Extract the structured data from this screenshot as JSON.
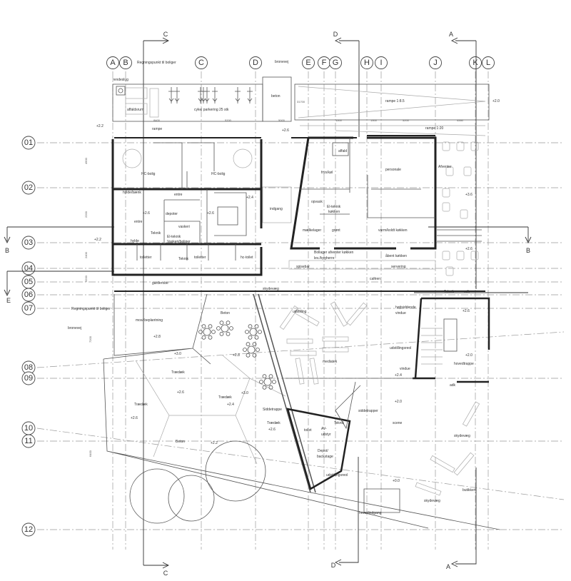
{
  "grid": {
    "columns": [
      "A",
      "B",
      "C",
      "D",
      "E",
      "F",
      "G",
      "H",
      "I",
      "J",
      "K",
      "L"
    ],
    "rows": [
      "01",
      "02",
      "03",
      "04",
      "05",
      "06",
      "07",
      "08",
      "09",
      "10",
      "11",
      "12"
    ]
  },
  "sections": {
    "top": [
      "C",
      "D",
      "A"
    ],
    "bottom": [
      "C",
      "D",
      "A"
    ],
    "side_left": "B",
    "side_right": "B",
    "side_e": "E"
  },
  "site": {
    "ref_point_top": "Regningspunkt til boliger",
    "road_top": "bronevej",
    "ref_point_left": "Regningspunkt til boliger",
    "road_left": "bronevej",
    "cleaning": "rendeslug",
    "waste_room": "affaldsrum",
    "bike_parking": "cykel parkering 25 stk",
    "concrete_top": "beton",
    "ramp": "rampe",
    "ramp_steep": "rampe 1:8.5",
    "ramp_gentle": "rampe 1:20",
    "level_ramp": "+2.6",
    "level_right": "+2.0",
    "level_left": "+2.2"
  },
  "dimensions": [
    "8400",
    "5200",
    "5000",
    "31700",
    "1500",
    "1300",
    "5200",
    "4560",
    "4900",
    "2200",
    "2400",
    "3200",
    "7200",
    "6400"
  ],
  "housing": {
    "rooms": [
      "HC-bolig",
      "HC-bolig",
      "hylde/bænk",
      "entre",
      "+2.6",
      "entre",
      "depoter",
      "+2.6",
      "+2.4",
      "indgang",
      "vaskeri",
      "Teknik",
      "El-teknik",
      "Vaskeri/boliger",
      "hylde",
      "+2.2",
      "toiletter",
      "Teknik",
      "toiletter",
      "hc-toilet",
      "garderobe",
      "skydevæg"
    ]
  },
  "kitchen": {
    "rooms": [
      "affald",
      "frys/køl",
      "personale",
      "Afventer",
      "opvask",
      "El-teknik",
      "køkken",
      "+3.6",
      "mælkelager",
      "grønt",
      "varm/koldt køkken",
      "+2.6",
      "Bollager afventer køkken",
      "lev./bygherre",
      "åbent køkken",
      "spisebar",
      "servering",
      "caféen",
      "Teknik",
      "adk"
    ]
  },
  "garden": {
    "labels": [
      "mos/ beplantning",
      "+2.8",
      "Beton",
      "+3.0",
      "+2.8",
      "Trædæk",
      "+2.6",
      "Trædæk",
      "+2.6",
      "Trædæk",
      "+2.4",
      "+3.0",
      "Siddetrappe",
      "Trædæk",
      "+2.6",
      "Beton",
      "+2.2"
    ]
  },
  "culture": {
    "labels": [
      "udstilling",
      "højtsiddende",
      "vindue",
      "+2.6",
      "udstillingsreol",
      "mediatek",
      "+2.0",
      "hovedtrappe",
      "vindue",
      "+2.4",
      "adk",
      "+2.0",
      "siddetrapper",
      "scene",
      "toilet",
      "AV-",
      "udstyr",
      "Teknik",
      "skydevæg",
      "Depot/",
      "backstage",
      "udstillingsreol",
      "+0.0",
      "butikken",
      "skydevæg",
      "hovedindgang"
    ]
  }
}
